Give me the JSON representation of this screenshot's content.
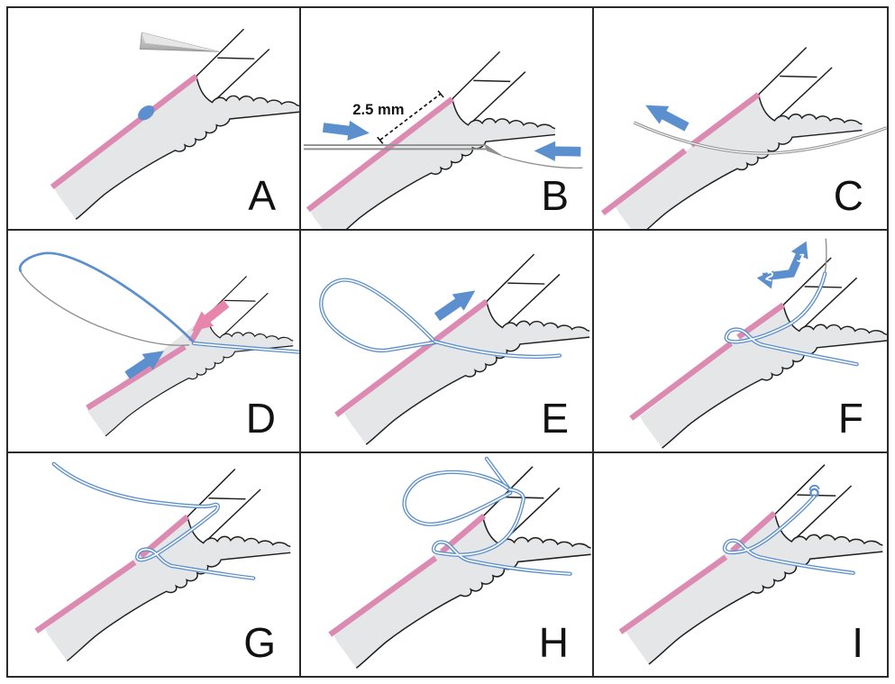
{
  "colors": {
    "background": "#ffffff",
    "panel-border": "#2a2a2a",
    "tissue-gray": "#e5e6e7",
    "tissue-outline": "#1f1f1f",
    "matrix-pink": "#dd8ab2",
    "suture-blue": "#5b8fce",
    "arrow-blue": "#5b8fce",
    "arrow-pink": "#e885ac",
    "needle-gray": "#8f8f8f",
    "label-color": "#111111"
  },
  "panels": [
    {
      "label": "A",
      "annotations": [
        "marker-pen-tip",
        "blue-entry-point-dot"
      ]
    },
    {
      "label": "B",
      "measurement": "2.5 mm",
      "annotations": [
        "dashed-measurement-line",
        "straight-needle-with-thread",
        "blue-arrow-pointing-right",
        "blue-arrow-pointing-left"
      ]
    },
    {
      "label": "C",
      "annotations": [
        "curved-thread-passed-through",
        "blue-arrow-pointing-up-left"
      ]
    },
    {
      "label": "D",
      "annotations": [
        "large-suture-loop",
        "pink-arrow-pointing-down-left",
        "blue-arrow-pointing-up-right"
      ]
    },
    {
      "label": "E",
      "annotations": [
        "suture-loop",
        "blue-arrow-pointing-up-right"
      ]
    },
    {
      "label": "F",
      "step_1": "1",
      "step_2": "2",
      "annotations": [
        "numbered-arrow-1-up-right",
        "numbered-arrow-2-down-left",
        "suture-through-tissue-loop",
        "needle-exiting-above"
      ]
    },
    {
      "label": "G",
      "annotations": [
        "suture-pulled-through-loop"
      ]
    },
    {
      "label": "H",
      "annotations": [
        "knot-tying-loop"
      ]
    },
    {
      "label": "I",
      "annotations": [
        "completed-knot"
      ]
    }
  ]
}
